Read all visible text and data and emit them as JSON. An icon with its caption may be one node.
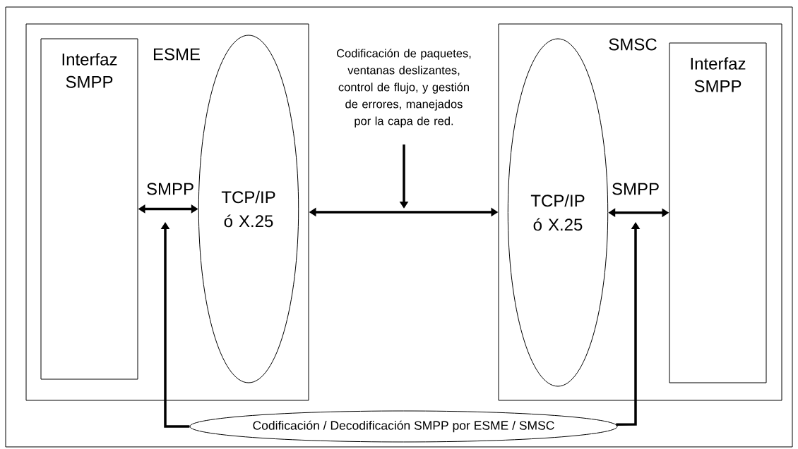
{
  "diagram": {
    "nodes": [
      {
        "text": [
          "ESME"
        ]
      },
      {
        "text": [
          "Interfaz SMPP"
        ],
        "in": 0
      },
      {
        "text": [
          "TCP/IP ó X.25"
        ],
        "in": 0
      },
      {
        "text": [
          "SMSC"
        ]
      },
      {
        "text": [
          "TCP/IP ó X.25"
        ],
        "in": 3
      },
      {
        "text": [
          "Interfaz SMPP"
        ],
        "in": 3
      },
      {
        "text": [
          "Codificación de paquetes, ventanas deslizantes, control de flujo, y gestión de errores, manejados por la capa de red."
        ]
      },
      {
        "text": [
          "Codificación / Decodificación SMPP por ESME / SMSC"
        ]
      }
    ],
    "edges": [
      {
        "from": 1,
        "to": 2,
        "arrow": "both",
        "label": "SMPP"
      },
      {
        "from": 0,
        "to": 3,
        "arrow": "both"
      },
      {
        "from": 6,
        "to": null,
        "arrow": "to"
      },
      {
        "from": 4,
        "to": 5,
        "arrow": "both",
        "label": "SMPP"
      },
      {
        "from": 7,
        "to": null,
        "arrow": "to"
      },
      {
        "from": 7,
        "to": null,
        "arrow": "to"
      }
    ]
  }
}
